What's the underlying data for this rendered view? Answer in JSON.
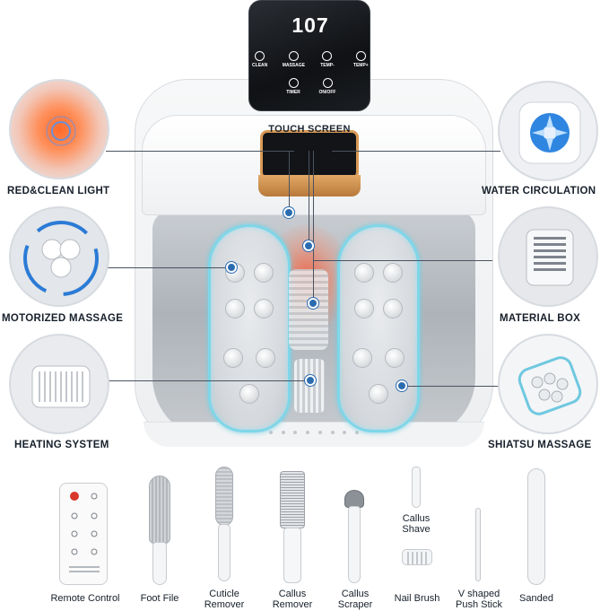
{
  "control_panel": {
    "temperature": "107",
    "buttons": [
      {
        "label": "CLEAN",
        "icon": "shield-icon"
      },
      {
        "label": "MASSAGE",
        "icon": "massage-icon"
      },
      {
        "label": "TEMP-",
        "icon": "thermometer-icon"
      },
      {
        "label": "TEMP+",
        "icon": "thermometer-icon"
      },
      {
        "label": "TIMER",
        "icon": "clock-icon"
      },
      {
        "label": "ON/OFF",
        "icon": "power-icon"
      }
    ],
    "touch_screen_label": "TOUCH SCREEN"
  },
  "features": {
    "red_clean_light": "RED&CLEAN LIGHT",
    "water_circulation": "WATER CIRCULATION",
    "motorized_massage": "MOTORIZED MASSAGE",
    "material_box": "MATERIAL BOX",
    "heating_system": "HEATING SYSTEM",
    "shiatsu_massage": "SHIATSU MASSAGE"
  },
  "accessories": {
    "remote_control": "Remote Control",
    "foot_file": "Foot File",
    "cuticle_remover": "Cuticle Remover",
    "callus_remover": "Callus Remover",
    "callus_scraper": "Callus Scraper",
    "callus_shave": "Callus Shave",
    "nail_brush": "Nail Brush",
    "push_stick": "V shaped Push Stick",
    "sanded": "Sanded"
  },
  "colors": {
    "accent_blue": "#2b6cb0",
    "glow_cyan": "#7fd6e8",
    "panel_orange": "#d89a55",
    "red_light": "#ff5028"
  }
}
